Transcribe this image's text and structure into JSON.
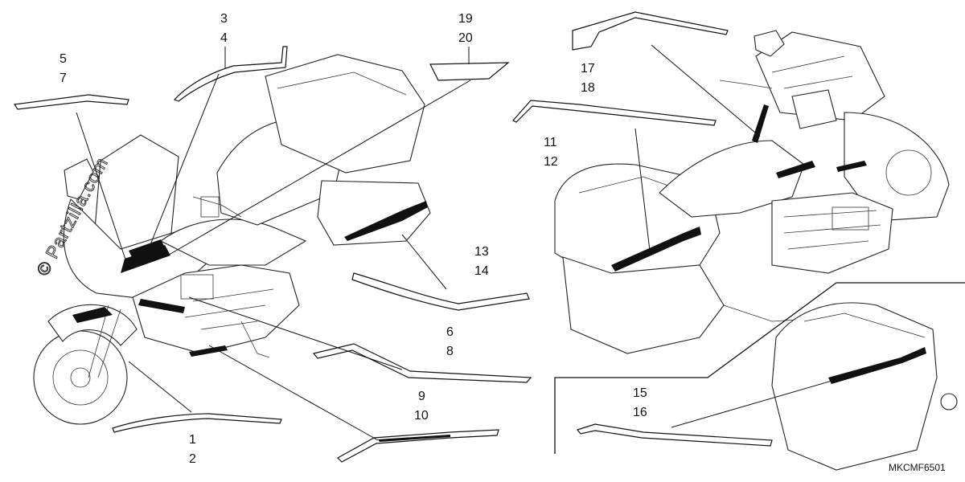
{
  "labels": {
    "l3": "3",
    "l4": "4",
    "l19": "19",
    "l20": "20",
    "l5": "5",
    "l7": "7",
    "l17": "17",
    "l18": "18",
    "l11": "11",
    "l12": "12",
    "l13": "13",
    "l14": "14",
    "l6": "6",
    "l8": "8",
    "l9": "9",
    "l10": "10",
    "l15": "15",
    "l16": "16",
    "l1": "1",
    "l2": "2"
  },
  "watermark": "© Partzilla.com",
  "diagram_code": "MKCMF6501"
}
